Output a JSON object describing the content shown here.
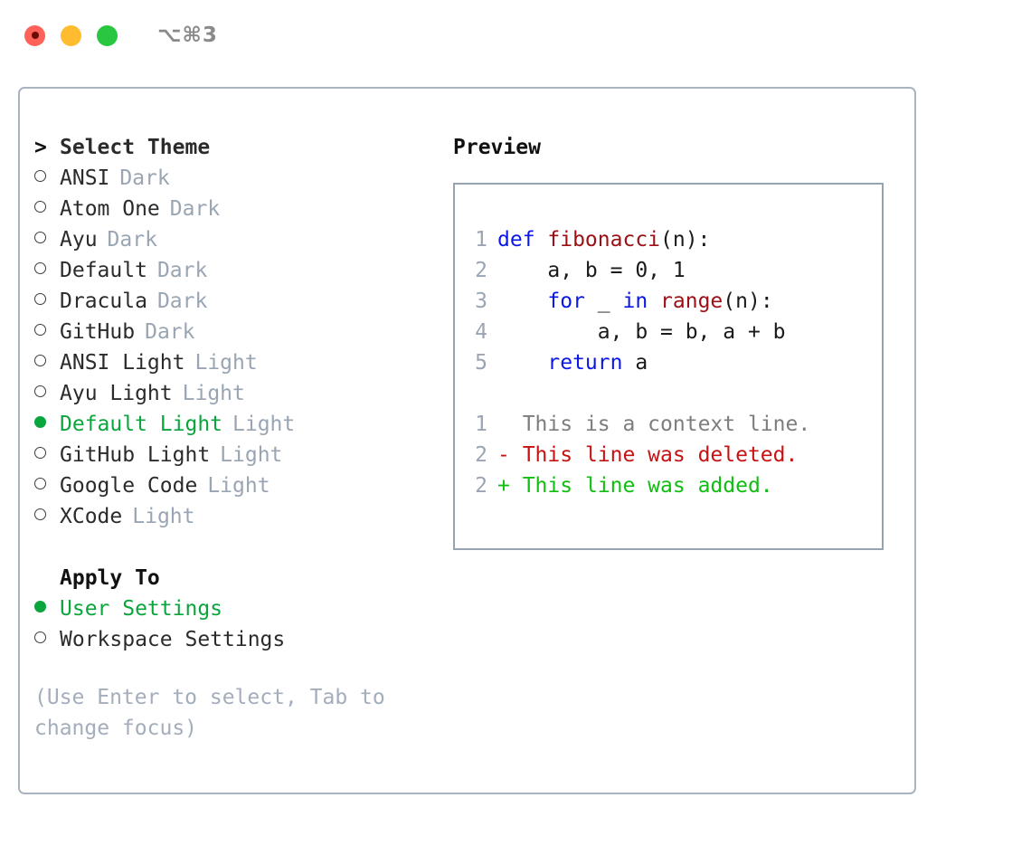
{
  "window": {
    "title": "⌥⌘3",
    "traffic_lights": [
      {
        "name": "close-button",
        "color": "#fd6157"
      },
      {
        "name": "minimize-button",
        "color": "#febc2e"
      },
      {
        "name": "maximize-button",
        "color": "#29c63f"
      }
    ]
  },
  "theme_list": {
    "header_marker": ">",
    "header": "Select Theme",
    "items": [
      {
        "marker": "o",
        "label": "ANSI",
        "badge": "Dark",
        "selected": false
      },
      {
        "marker": "o",
        "label": "Atom One",
        "badge": "Dark",
        "selected": false
      },
      {
        "marker": "o",
        "label": "Ayu",
        "badge": "Dark",
        "selected": false
      },
      {
        "marker": "o",
        "label": "Default",
        "badge": "Dark",
        "selected": false
      },
      {
        "marker": "o",
        "label": "Dracula",
        "badge": "Dark",
        "selected": false
      },
      {
        "marker": "o",
        "label": "GitHub",
        "badge": "Dark",
        "selected": false
      },
      {
        "marker": "o",
        "label": "ANSI Light",
        "badge": "Light",
        "selected": false
      },
      {
        "marker": "o",
        "label": "Ayu Light",
        "badge": "Light",
        "selected": false
      },
      {
        "marker": "●",
        "label": "Default Light",
        "badge": "Light",
        "selected": true
      },
      {
        "marker": "o",
        "label": "GitHub Light",
        "badge": "Light",
        "selected": false
      },
      {
        "marker": "o",
        "label": "Google Code",
        "badge": "Light",
        "selected": false
      },
      {
        "marker": "o",
        "label": "XCode",
        "badge": "Light",
        "selected": false
      }
    ]
  },
  "apply_to": {
    "header": "Apply To",
    "items": [
      {
        "marker": "●",
        "label": "User Settings",
        "selected": true
      },
      {
        "marker": "o",
        "label": "Workspace Settings",
        "selected": false
      }
    ]
  },
  "help_text": "(Use Enter to select, Tab to change focus)",
  "preview": {
    "title": "Preview",
    "code": [
      {
        "lineno": "1",
        "tokens": [
          {
            "t": "def ",
            "c": "kw"
          },
          {
            "t": "fibonacci",
            "c": "fn"
          },
          {
            "t": "(n):",
            "c": "pl"
          }
        ]
      },
      {
        "lineno": "2",
        "tokens": [
          {
            "t": "    a, b = 0, 1",
            "c": "pl"
          }
        ]
      },
      {
        "lineno": "3",
        "tokens": [
          {
            "t": "    ",
            "c": "pl"
          },
          {
            "t": "for",
            "c": "kw"
          },
          {
            "t": " _ ",
            "c": "pl"
          },
          {
            "t": "in",
            "c": "kw"
          },
          {
            "t": " ",
            "c": "pl"
          },
          {
            "t": "range",
            "c": "fn"
          },
          {
            "t": "(n):",
            "c": "pl"
          }
        ]
      },
      {
        "lineno": "4",
        "tokens": [
          {
            "t": "        a, b = b, a + b",
            "c": "pl"
          }
        ]
      },
      {
        "lineno": "5",
        "tokens": [
          {
            "t": "    ",
            "c": "pl"
          },
          {
            "t": "return",
            "c": "kw"
          },
          {
            "t": " a",
            "c": "pl"
          }
        ]
      }
    ],
    "diff": [
      {
        "lineno": "1",
        "sign": " ",
        "text": " This is a context line.",
        "kind": "ctx"
      },
      {
        "lineno": "2",
        "sign": "-",
        "text": " This line was deleted.",
        "kind": "del"
      },
      {
        "lineno": "2",
        "sign": "+",
        "text": " This line was added.",
        "kind": "add"
      }
    ]
  },
  "colors": {
    "selected_green": "#0aa53c",
    "badge_gray": "#9aa5b4",
    "help_gray": "#a4adbb",
    "keyword_blue": "#0b17e8",
    "function_red": "#9c0f14",
    "diff_deleted": "#c61212",
    "diff_added": "#12bd12",
    "diff_context": "#7d7d7d",
    "border": "#aab3c0"
  }
}
